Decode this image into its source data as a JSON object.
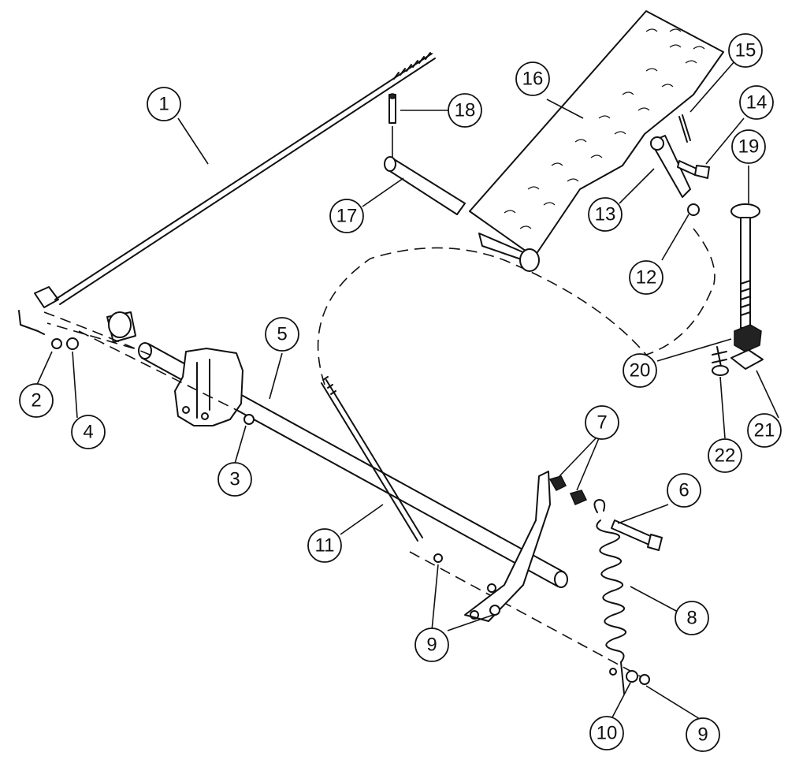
{
  "callouts": [
    {
      "id": "c1",
      "label": "1"
    },
    {
      "id": "c2",
      "label": "2"
    },
    {
      "id": "c3",
      "label": "3"
    },
    {
      "id": "c4",
      "label": "4"
    },
    {
      "id": "c5",
      "label": "5"
    },
    {
      "id": "c6",
      "label": "6"
    },
    {
      "id": "c7",
      "label": "7"
    },
    {
      "id": "c8",
      "label": "8"
    },
    {
      "id": "c9a",
      "label": "9"
    },
    {
      "id": "c9b",
      "label": "9"
    },
    {
      "id": "c10",
      "label": "10"
    },
    {
      "id": "c11",
      "label": "11"
    },
    {
      "id": "c12",
      "label": "12"
    },
    {
      "id": "c13",
      "label": "13"
    },
    {
      "id": "c14",
      "label": "14"
    },
    {
      "id": "c15",
      "label": "15"
    },
    {
      "id": "c16",
      "label": "16"
    },
    {
      "id": "c17",
      "label": "17"
    },
    {
      "id": "c18",
      "label": "18"
    },
    {
      "id": "c19",
      "label": "19"
    },
    {
      "id": "c20",
      "label": "20"
    },
    {
      "id": "c21",
      "label": "21"
    },
    {
      "id": "c22",
      "label": "22"
    }
  ]
}
